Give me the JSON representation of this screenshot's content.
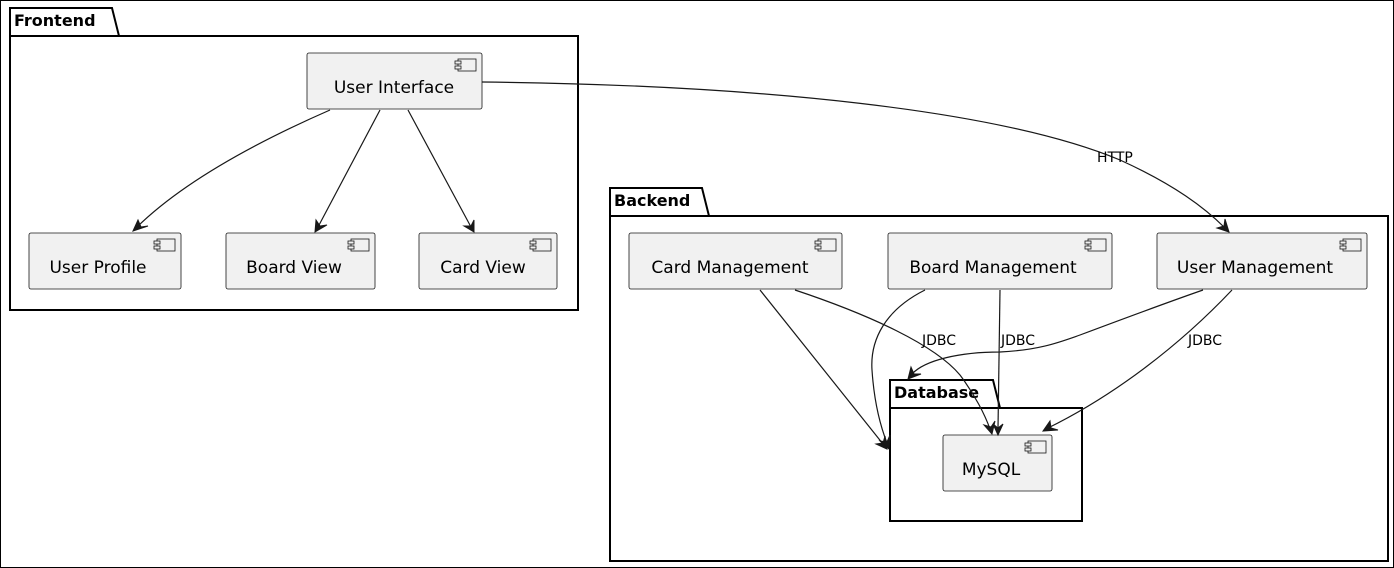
{
  "packages": {
    "frontend": "Frontend",
    "backend": "Backend",
    "database": "Database"
  },
  "components": {
    "user_interface": "User Interface",
    "user_profile": "User Profile",
    "board_view": "Board View",
    "card_view": "Card View",
    "card_management": "Card Management",
    "board_management": "Board Management",
    "user_management": "User Management",
    "mysql": "MySQL"
  },
  "edges": {
    "ui_to_user_management": "HTTP",
    "card_management_to_mysql": "JDBC",
    "board_management_to_mysql": "JDBC",
    "user_management_to_mysql": "JDBC"
  },
  "colors": {
    "component_fill": "#F1F1F1",
    "line": "#181818"
  },
  "icons": {
    "component": "uml-component-icon"
  }
}
